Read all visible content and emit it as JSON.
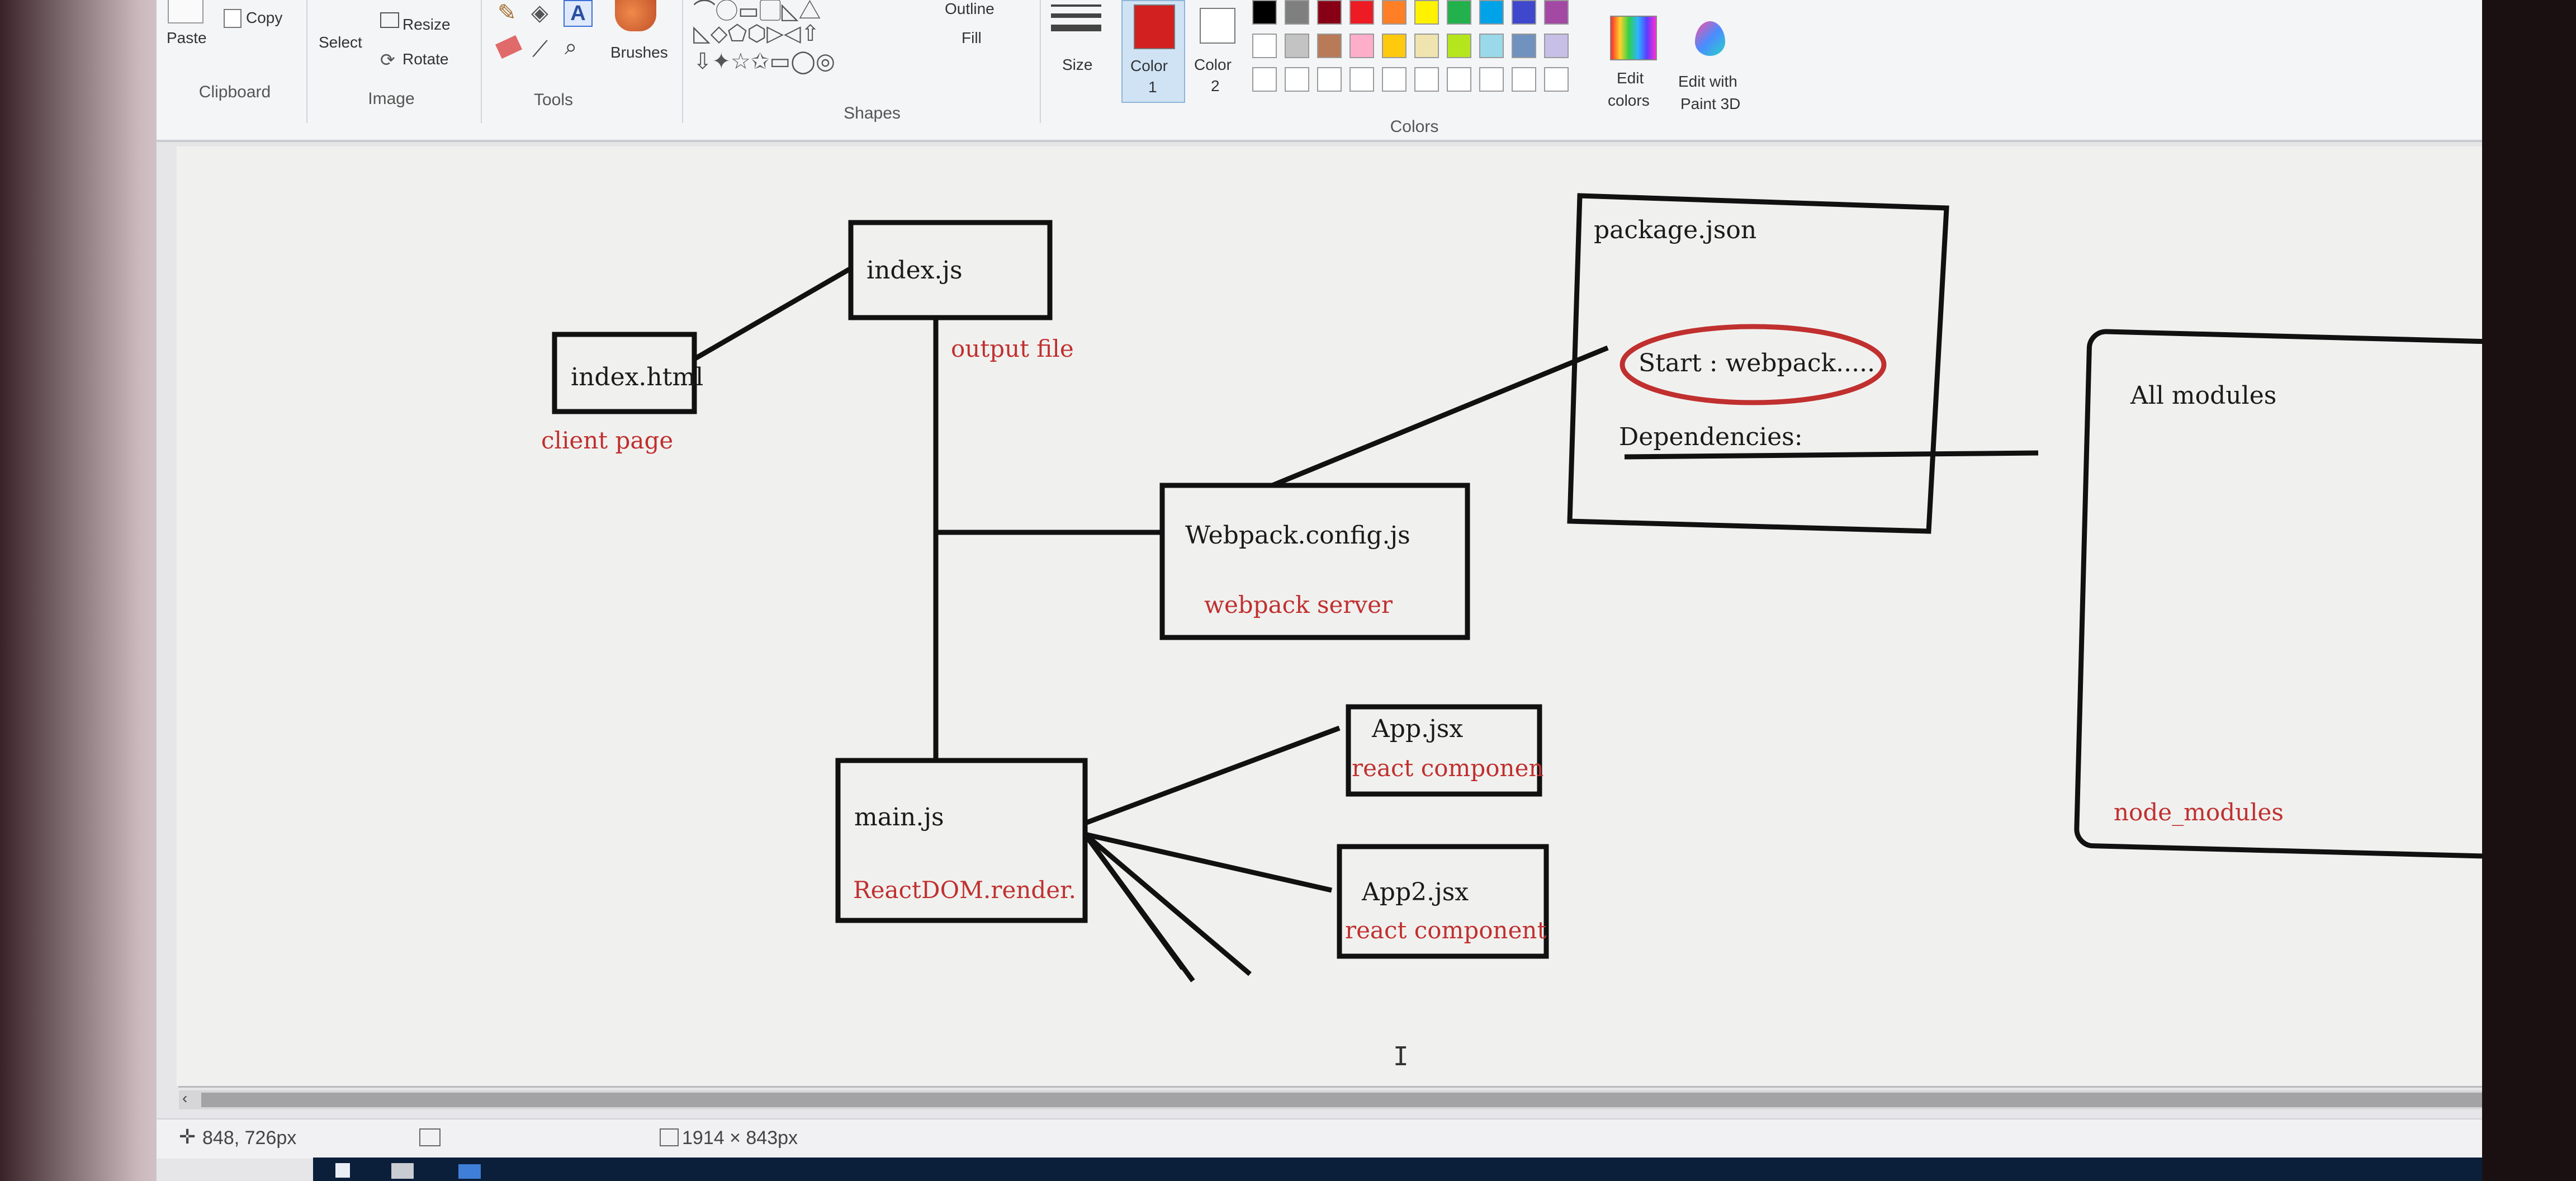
{
  "ribbon": {
    "clipboard": {
      "paste": "Paste",
      "copy": "Copy",
      "label": "Clipboard"
    },
    "image": {
      "select": "Select",
      "resize": "Resize",
      "rotate": "Rotate",
      "label": "Image"
    },
    "tools": {
      "label": "Tools"
    },
    "brushes": {
      "label": "Brushes"
    },
    "shapes": {
      "outline": "Outline",
      "fill": "Fill",
      "label": "Shapes"
    },
    "size": {
      "label": "Size"
    },
    "color1": {
      "label": "Color",
      "index": "1",
      "value": "#d21f1f"
    },
    "color2": {
      "label": "Color",
      "index": "2",
      "value": "#ffffff"
    },
    "colors": {
      "label": "Colors",
      "palette_row1": [
        "#000000",
        "#7f7f7f",
        "#880015",
        "#ed1c24",
        "#ff7f27",
        "#fff200",
        "#22b14c",
        "#00a2e8",
        "#3f48cc",
        "#a349a4"
      ],
      "palette_row2": [
        "#ffffff",
        "#c3c3c3",
        "#b97a57",
        "#ffaec9",
        "#ffc90e",
        "#efe4b0",
        "#b5e61d",
        "#99d9ea",
        "#7092be",
        "#c8bfe7"
      ],
      "palette_row3": [
        "#ffffff",
        "#ffffff",
        "#ffffff",
        "#ffffff",
        "#ffffff",
        "#ffffff",
        "#ffffff",
        "#ffffff",
        "#ffffff",
        "#ffffff"
      ]
    },
    "edit_colors": {
      "line1": "Edit",
      "line2": "colors"
    },
    "paint3d": {
      "line1": "Edit with",
      "line2": "Paint 3D"
    }
  },
  "diagram": {
    "index_html": {
      "title": "index.html",
      "note": "client page"
    },
    "index_js": {
      "title": "index.js",
      "note": "output file"
    },
    "webpack_config": {
      "title": "Webpack.config.js",
      "note": "webpack server"
    },
    "package_json": {
      "title": "package.json",
      "start": "Start : webpack.....",
      "dependencies": "Dependencies:"
    },
    "node_modules": {
      "title": "All modules",
      "note": "node_modules"
    },
    "main_js": {
      "title": "main.js",
      "note": "ReactDOM.render."
    },
    "app_jsx": {
      "title": "App.jsx",
      "note": "react componen"
    },
    "app2_jsx": {
      "title": "App2.jsx",
      "note": "react component"
    },
    "accent_red": "#c0302f"
  },
  "statusbar": {
    "cursor_position": "848, 726px",
    "image_size": "1914 × 843px"
  }
}
